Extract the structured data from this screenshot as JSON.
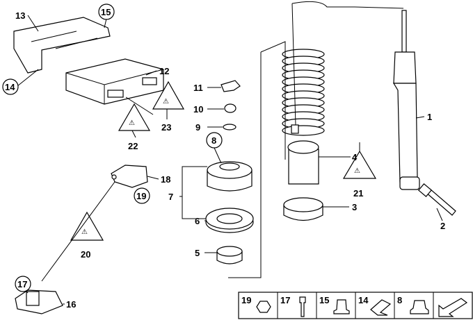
{
  "labels": {
    "l1": "1",
    "l2": "2",
    "l3": "3",
    "l4": "4",
    "l5": "5",
    "l6": "6",
    "l7": "7",
    "l9": "9",
    "l10": "10",
    "l11": "11",
    "l12": "12",
    "l13": "13",
    "l16": "16",
    "l18": "18",
    "l20": "20",
    "l21": "21",
    "l22": "22",
    "l23": "23"
  },
  "circled_labels": {
    "c8": "8",
    "c14": "14",
    "c15": "15",
    "c17": "17",
    "c19": "19"
  },
  "legend": [
    {
      "label": "19",
      "icon": "hex-nut-icon"
    },
    {
      "label": "17",
      "icon": "bolt-icon"
    },
    {
      "label": "15",
      "icon": "cap-nut-icon"
    },
    {
      "label": "14",
      "icon": "clip-icon"
    },
    {
      "label": "8",
      "icon": "flange-nut-icon"
    },
    {
      "label": "",
      "icon": "arrow-icon"
    }
  ],
  "colors": {
    "line": "#000000",
    "background": "#ffffff"
  }
}
